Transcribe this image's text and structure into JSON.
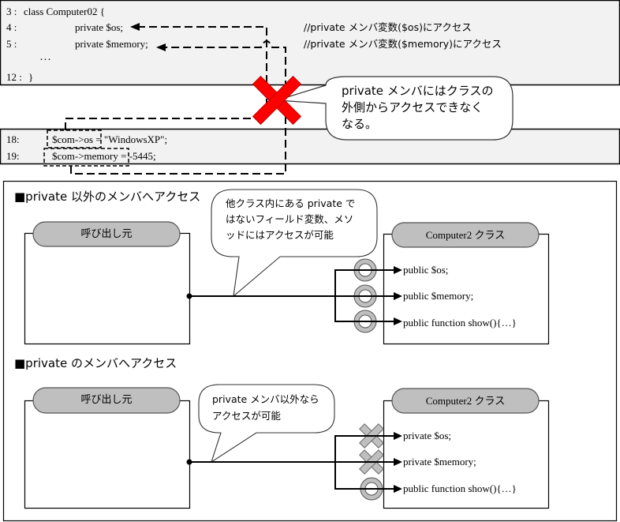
{
  "code_top": {
    "lines": [
      {
        "num": "3 :",
        "code": "class Computer02 {"
      },
      {
        "num": "4 :",
        "code": "private $os;",
        "comment": "//private メンバ変数($os)にアクセス"
      },
      {
        "num": "5 :",
        "code": "private $memory;",
        "comment": "//private メンバ変数($memory)にアクセス"
      },
      {
        "num": "",
        "code": "･･･"
      },
      {
        "num": "12 :",
        "code": "}"
      }
    ]
  },
  "code_bottom": {
    "lines": [
      {
        "num": "18:",
        "code": "$com->os = \"WindowsXP\";"
      },
      {
        "num": "19:",
        "code": "$com->memory = -5445;"
      }
    ]
  },
  "callout_private": {
    "lines": [
      "private メンバにはクラスの",
      "外側からアクセスできなく",
      "なる。"
    ]
  },
  "diagrams": [
    {
      "title": "■private 以外のメンバへアクセス",
      "caller_label": "呼び出し元",
      "class_label": "Computer2 クラス",
      "callout_lines": [
        "他クラス内にある private で",
        "はないフィールド変数、メソ",
        "ッドにはアクセスが可能"
      ],
      "members": [
        {
          "text": "public $os;",
          "access": "allowed"
        },
        {
          "text": "public $memory;",
          "access": "allowed"
        },
        {
          "text": "public function show(){…}",
          "access": "allowed"
        }
      ]
    },
    {
      "title": "■private のメンバへアクセス",
      "caller_label": "呼び出し元",
      "class_label": "Computer2 クラス",
      "callout_lines": [
        "private メンバ以外なら",
        "アクセスが可能"
      ],
      "members": [
        {
          "text": "private $os;",
          "access": "denied"
        },
        {
          "text": "private $memory;",
          "access": "denied"
        },
        {
          "text": "public function show(){…}",
          "access": "allowed"
        }
      ]
    }
  ],
  "colors": {
    "code_panel_bg": "#f2f2f2",
    "blocked_mark": "#ff0000",
    "mark_fill": "#bfbfbf",
    "pill_fill": "#bfbfbf"
  }
}
